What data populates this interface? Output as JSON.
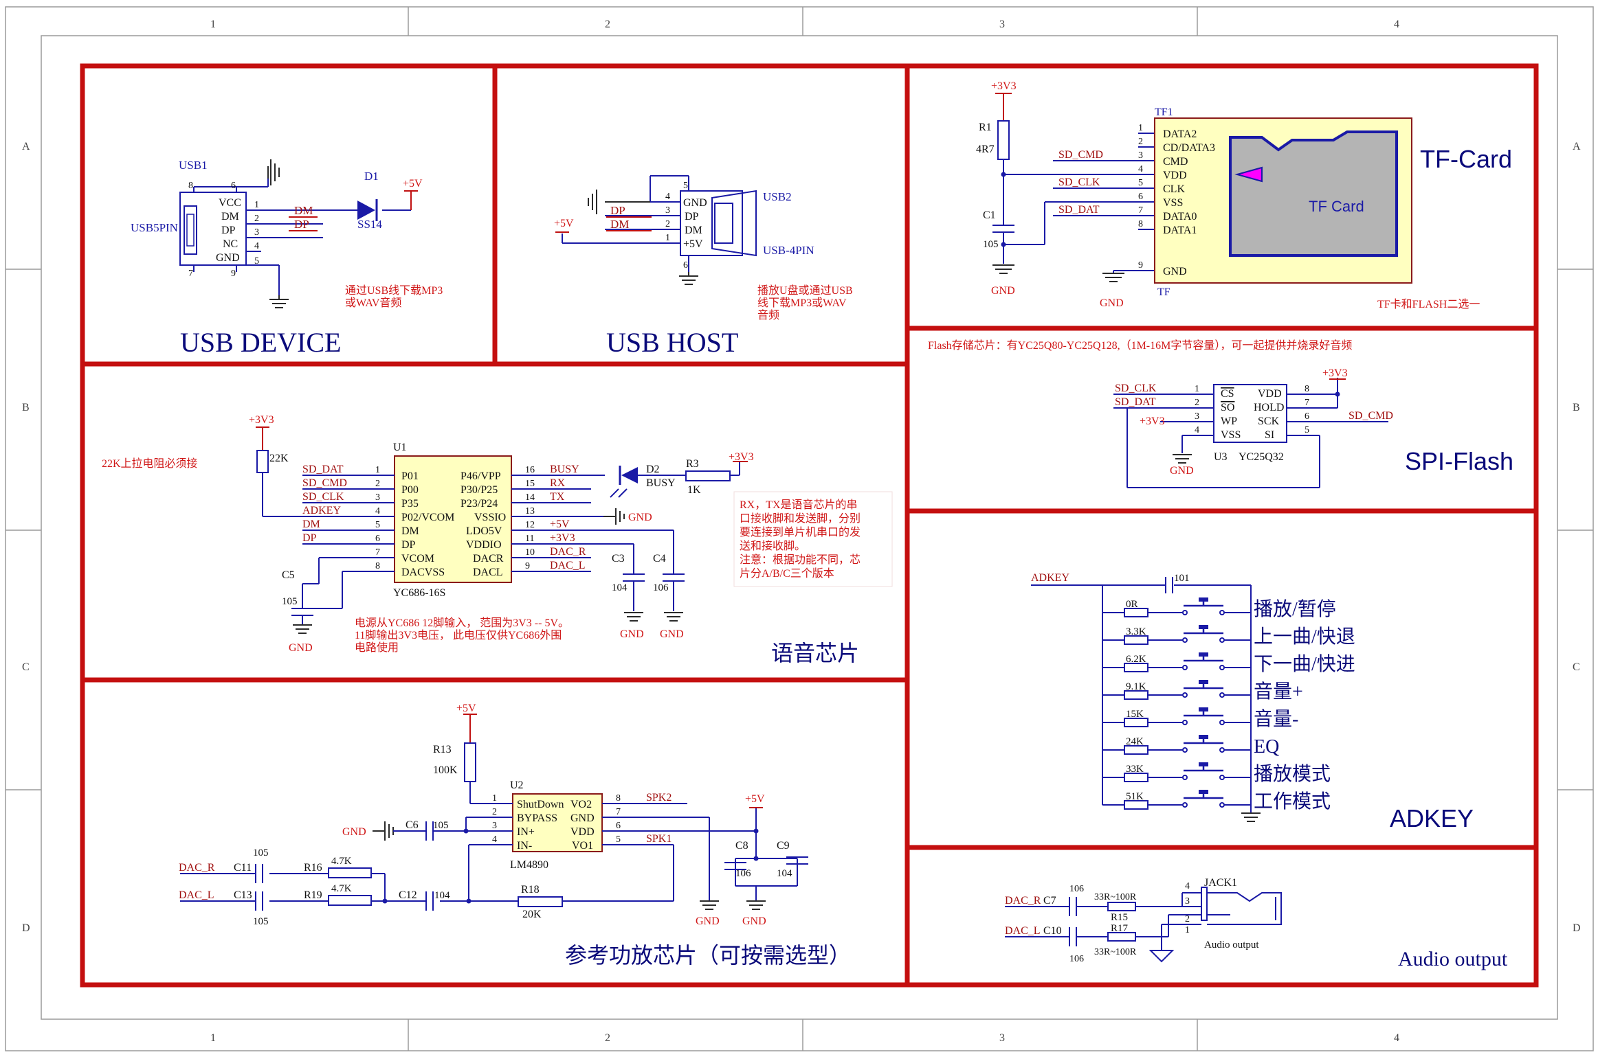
{
  "frame": {
    "columns": [
      "1",
      "2",
      "3",
      "4"
    ],
    "rows": [
      "A",
      "B",
      "C",
      "D"
    ]
  },
  "sections": {
    "usb_device": {
      "title": "USB DEVICE",
      "ref": "USB1",
      "part": "USB5PIN",
      "pins": [
        "VCC",
        "DM",
        "DP",
        "NC",
        "GND"
      ],
      "pin_numbers": [
        "1",
        "2",
        "3",
        "4",
        "5",
        "6",
        "7",
        "8",
        "9"
      ],
      "net_dm": "DM",
      "net_dp": "DP",
      "diode_ref": "D1",
      "diode_part": "SS14",
      "power": "+5V",
      "note": "通过USB线下载MP3或WAV音频"
    },
    "usb_host": {
      "title": "USB HOST",
      "ref": "USB2",
      "part": "USB-4PIN",
      "pins": [
        "GND",
        "DP",
        "DM",
        "+5V"
      ],
      "pin_numbers": [
        "4",
        "3",
        "2",
        "1",
        "5",
        "6"
      ],
      "net_dp": "DP",
      "net_dm": "DM",
      "power": "+5V",
      "note": "播放U盘或通过USB线下载MP3或WAV音频"
    },
    "tf_card": {
      "title": "TF-Card",
      "ref": "TF1",
      "ref_bottom": "TF",
      "card_label": "TF Card",
      "pins": [
        "DATA2",
        "CD/DATA3",
        "CMD",
        "VDD",
        "CLK",
        "VSS",
        "DATA0",
        "DATA1",
        "GND"
      ],
      "pin_numbers": [
        "1",
        "2",
        "3",
        "4",
        "5",
        "6",
        "7",
        "8",
        "9"
      ],
      "nets": [
        "SD_CMD",
        "SD_CLK",
        "SD_DAT"
      ],
      "r1_ref": "R1",
      "r1_val": "4R7",
      "c1_ref": "C1",
      "c1_val": "105",
      "power": "+3V3",
      "gnd": "GND",
      "note": "TF卡和FLASH二选一"
    },
    "spi_flash": {
      "title": "SPI-Flash",
      "note": "Flash存储芯片：有YC25Q80-YC25Q128,（1M-16M字节容量），可一起提供并烧录好音频",
      "ref": "U3",
      "part": "YC25Q32",
      "left_pins": [
        "CS",
        "SO",
        "WP",
        "VSS"
      ],
      "right_pins": [
        "VDD",
        "HOLD",
        "SCK",
        "SI"
      ],
      "left_nums": [
        "1",
        "2",
        "3",
        "4"
      ],
      "right_nums": [
        "8",
        "7",
        "6",
        "5"
      ],
      "nets": [
        "SD_CLK",
        "SD_DAT",
        "SD_CMD"
      ],
      "power": "+3V3",
      "gnd": "GND"
    },
    "voice_chip": {
      "title": "语音芯片",
      "ref": "U1",
      "part": "YC686-16S",
      "left_pins": [
        "P01",
        "P00",
        "P35",
        "P02/VCOM",
        "DM",
        "DP",
        "VCOM",
        "DACVSS"
      ],
      "right_pins": [
        "P46/VPP",
        "P30/P25",
        "P23/P24",
        "VSSIO",
        "LDO5V",
        "VDDIO",
        "DACR",
        "DACL"
      ],
      "left_nums": [
        "1",
        "2",
        "3",
        "4",
        "5",
        "6",
        "7",
        "8"
      ],
      "right_nums": [
        "16",
        "15",
        "14",
        "13",
        "12",
        "11",
        "10",
        "9"
      ],
      "left_nets": [
        "SD_DAT",
        "SD_CMD",
        "SD_CLK",
        "ADKEY",
        "DM",
        "DP"
      ],
      "right_nets": [
        "BUSY",
        "RX",
        "TX",
        "",
        "+5V",
        "+3V3",
        "DAC_R",
        "DAC_L"
      ],
      "r_pullup": "22K",
      "d2_ref": "D2",
      "d2_label": "BUSY",
      "r3_ref": "R3",
      "r3_val": "1K",
      "c3_ref": "C3",
      "c3_val": "104",
      "c4_ref": "C4",
      "c4_val": "106",
      "c5_ref": "C5",
      "c5_val": "105",
      "power": "+3V3",
      "gnd": "GND",
      "note_pullup": "22K上拉电阻必须接",
      "note_power": "电源从YC686 12脚输入， 范围为3V3 -- 5V。11脚输出3V3电压， 此电压仅供YC686外围电路使用",
      "note_uart": "RX，TX是语音芯片的串口接收脚和发送脚，分别要连接到单片机串口的发送和接收脚。注意：根据功能不同，芯片分A/B/C三个版本"
    },
    "amp": {
      "title": "参考功放芯片（可按需选型）",
      "ref": "U2",
      "part": "LM4890",
      "left_pins": [
        "ShutDown",
        "BYPASS",
        "IN+",
        "IN-"
      ],
      "right_pins": [
        "VO2",
        "GND",
        "VDD",
        "VO1"
      ],
      "left_nums": [
        "1",
        "2",
        "3",
        "4"
      ],
      "right_nums": [
        "8",
        "7",
        "6",
        "5"
      ],
      "nets": [
        "SPK2",
        "SPK1",
        "DAC_R",
        "DAC_L"
      ],
      "r13_ref": "R13",
      "r13_val": "100K",
      "r16_ref": "R16",
      "r16_val": "4.7K",
      "r19_ref": "R19",
      "r19_val": "4.7K",
      "r18_ref": "R18",
      "r18_val": "20K",
      "c6_ref": "C6",
      "c6_val": "105",
      "c11_ref": "C11",
      "c11_val": "105",
      "c13_ref": "C13",
      "c13_val": "105",
      "c12_ref": "C12",
      "c12_val": "104",
      "c8_ref": "C8",
      "c8_val": "106",
      "c9_ref": "C9",
      "c9_val": "104",
      "power": "+5V",
      "gnd": "GND"
    },
    "adkey": {
      "title": "ADKEY",
      "net": "ADKEY",
      "cap": "101",
      "resistors": [
        "0R",
        "3.3K",
        "6.2K",
        "9.1K",
        "15K",
        "24K",
        "33K",
        "51K"
      ],
      "keys": [
        "播放/暂停",
        "上一曲/快退",
        "下一曲/快进",
        "音量+",
        "音量-",
        "EQ",
        "播放模式",
        "工作模式"
      ]
    },
    "audio_output": {
      "title": "Audio output",
      "ref": "JACK1",
      "part": "Audio output",
      "pin_numbers": [
        "4",
        "3",
        "2",
        "1"
      ],
      "nets": [
        "DAC_R",
        "DAC_L"
      ],
      "c7_ref": "C7",
      "c7_val": "106",
      "c10_ref": "C10",
      "c10_val": "106",
      "r15_ref": "R15",
      "r17_ref": "R17",
      "r_val": "33R~100R"
    }
  }
}
